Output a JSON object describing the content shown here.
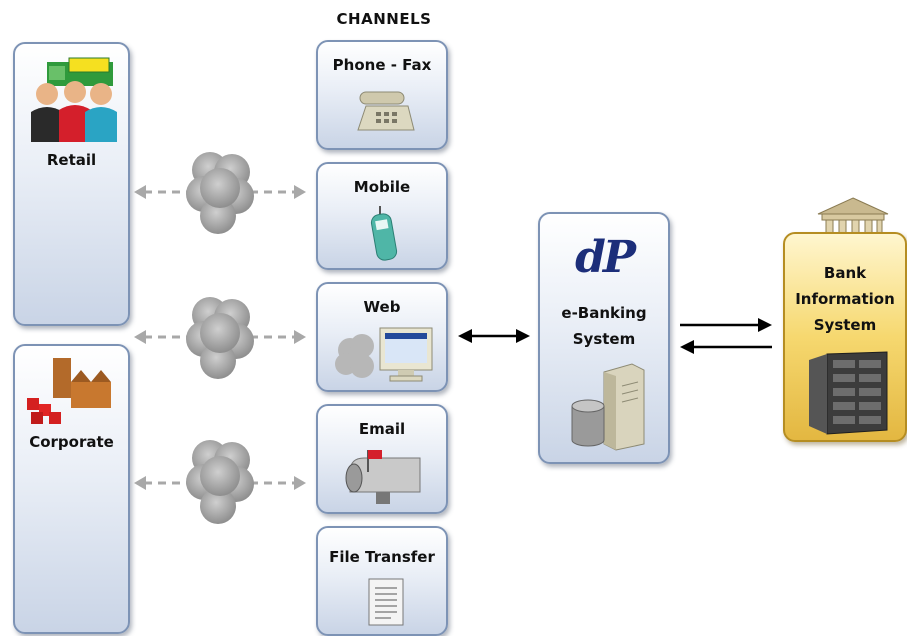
{
  "channels_title": "CHANNELS",
  "customers": [
    {
      "label": "Retail",
      "icon": "shop-people-icon"
    },
    {
      "label": "Corporate",
      "icon": "factory-icon"
    }
  ],
  "channels": [
    {
      "label": "Phone - Fax",
      "icon": "phone-fax-icon"
    },
    {
      "label": "Mobile",
      "icon": "mobile-phone-icon"
    },
    {
      "label": "Web",
      "icon": "web-monitor-icon"
    },
    {
      "label": "Email",
      "icon": "mailbox-icon"
    },
    {
      "label": "File Transfer",
      "icon": "document-icon"
    }
  ],
  "ebanking": {
    "logo_text": "dP",
    "label_line1": "e-Banking",
    "label_line2": "System",
    "icon": "server-database-icon"
  },
  "bank": {
    "line1": "Bank",
    "line2": "Information",
    "line3": "System",
    "icons": [
      "bank-building-icon",
      "server-rack-icon"
    ]
  },
  "colors": {
    "box_border": "#7d93b5",
    "gold_border": "#b58d22",
    "dashed_arrow": "#a8a8a8",
    "logo": "#1c2e7a"
  }
}
